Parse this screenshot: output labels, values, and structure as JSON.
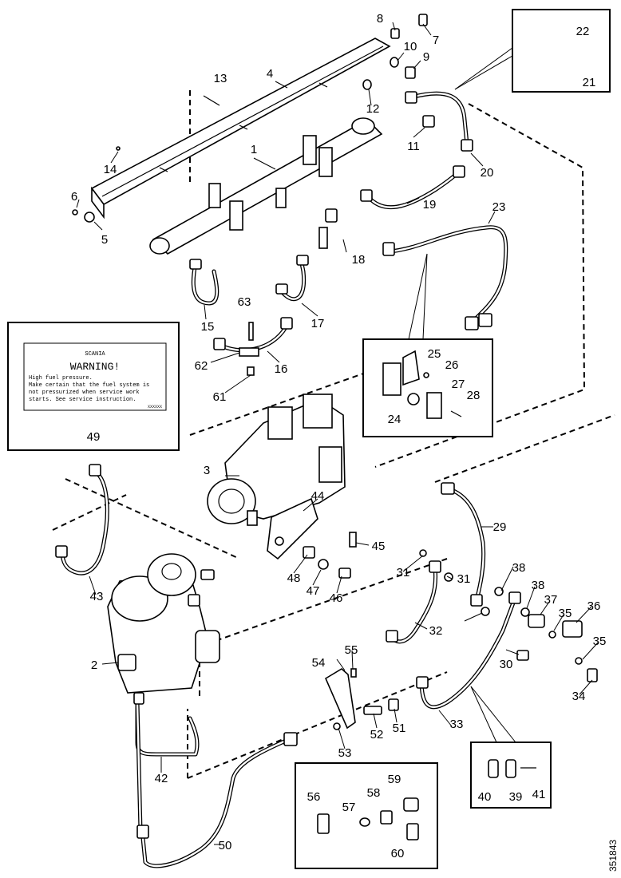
{
  "callouts": [
    {
      "id": "1",
      "label": "1"
    },
    {
      "id": "2",
      "label": "2"
    },
    {
      "id": "3",
      "label": "3"
    },
    {
      "id": "4",
      "label": "4"
    },
    {
      "id": "5",
      "label": "5"
    },
    {
      "id": "6",
      "label": "6"
    },
    {
      "id": "7",
      "label": "7"
    },
    {
      "id": "8",
      "label": "8"
    },
    {
      "id": "9",
      "label": "9"
    },
    {
      "id": "10",
      "label": "10"
    },
    {
      "id": "11",
      "label": "11"
    },
    {
      "id": "12",
      "label": "12"
    },
    {
      "id": "13",
      "label": "13"
    },
    {
      "id": "14",
      "label": "14"
    },
    {
      "id": "15",
      "label": "15"
    },
    {
      "id": "16",
      "label": "16"
    },
    {
      "id": "17",
      "label": "17"
    },
    {
      "id": "18",
      "label": "18"
    },
    {
      "id": "19",
      "label": "19"
    },
    {
      "id": "20",
      "label": "20"
    },
    {
      "id": "21",
      "label": "21"
    },
    {
      "id": "22",
      "label": "22"
    },
    {
      "id": "23",
      "label": "23"
    },
    {
      "id": "24",
      "label": "24"
    },
    {
      "id": "25",
      "label": "25"
    },
    {
      "id": "26",
      "label": "26"
    },
    {
      "id": "27",
      "label": "27"
    },
    {
      "id": "28",
      "label": "28"
    },
    {
      "id": "29",
      "label": "29"
    },
    {
      "id": "30",
      "label": "30"
    },
    {
      "id": "31a",
      "label": "31"
    },
    {
      "id": "31b",
      "label": "31"
    },
    {
      "id": "32",
      "label": "32"
    },
    {
      "id": "33",
      "label": "33"
    },
    {
      "id": "34",
      "label": "34"
    },
    {
      "id": "35a",
      "label": "35"
    },
    {
      "id": "35b",
      "label": "35"
    },
    {
      "id": "36",
      "label": "36"
    },
    {
      "id": "37",
      "label": "37"
    },
    {
      "id": "38a",
      "label": "38"
    },
    {
      "id": "38b",
      "label": "38"
    },
    {
      "id": "39",
      "label": "39"
    },
    {
      "id": "40",
      "label": "40"
    },
    {
      "id": "41",
      "label": "41"
    },
    {
      "id": "42",
      "label": "42"
    },
    {
      "id": "43",
      "label": "43"
    },
    {
      "id": "44",
      "label": "44"
    },
    {
      "id": "45",
      "label": "45"
    },
    {
      "id": "46",
      "label": "46"
    },
    {
      "id": "47",
      "label": "47"
    },
    {
      "id": "48",
      "label": "48"
    },
    {
      "id": "49",
      "label": "49"
    },
    {
      "id": "50",
      "label": "50"
    },
    {
      "id": "51",
      "label": "51"
    },
    {
      "id": "52",
      "label": "52"
    },
    {
      "id": "53",
      "label": "53"
    },
    {
      "id": "54",
      "label": "54"
    },
    {
      "id": "55",
      "label": "55"
    },
    {
      "id": "56",
      "label": "56"
    },
    {
      "id": "57",
      "label": "57"
    },
    {
      "id": "58",
      "label": "58"
    },
    {
      "id": "59",
      "label": "59"
    },
    {
      "id": "60",
      "label": "60"
    },
    {
      "id": "61",
      "label": "61"
    },
    {
      "id": "62",
      "label": "62"
    },
    {
      "id": "63",
      "label": "63"
    }
  ],
  "warning_label": {
    "brand": "SCANIA",
    "heading": "WARNING!",
    "lines": [
      "High fuel pressure.",
      "Make certain that the fuel system is",
      "not pressurized when service work",
      "starts. See service instruction."
    ],
    "code": "XXXXXX"
  },
  "drawing_number": "351843"
}
